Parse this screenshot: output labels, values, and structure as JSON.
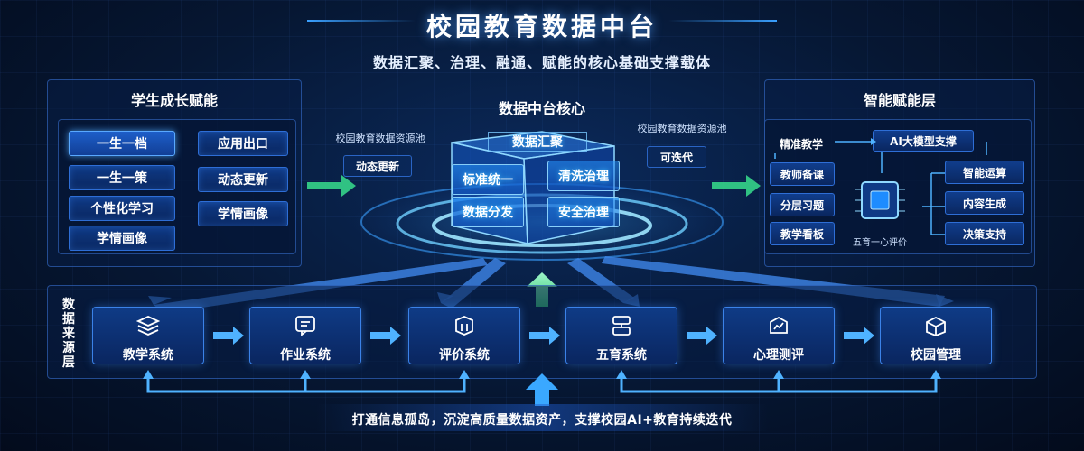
{
  "title": "校园教育数据中台",
  "subtitle": "数据汇聚、治理、融通、赋能的核心基础支撑载体",
  "left_panel": {
    "title": "学生成长赋能",
    "col1": [
      "一生一档",
      "一生一策",
      "个性化学习",
      "学情画像"
    ],
    "col2": [
      "应用出口",
      "动态更新",
      "学情画像"
    ]
  },
  "core": {
    "title": "数据中台核心",
    "top_face": "数据汇聚",
    "front_cells": [
      "标准统一",
      "数据分发"
    ],
    "side_cells": [
      "清洗治理",
      "安全治理"
    ],
    "left_pool_label": "校园教育数据资源池",
    "left_pool_tag": "动态更新",
    "right_pool_label": "校园教育数据资源池",
    "right_pool_tag": "可迭代"
  },
  "right_panel": {
    "title": "智能赋能层",
    "precise_teaching": "精准教学",
    "ai_support": "AI大模型支撑",
    "left_nodes": [
      "教师备课",
      "分层习题",
      "教学看板"
    ],
    "chip_caption": "五育一心评价",
    "right_nodes": [
      "智能运算",
      "内容生成",
      "决策支持"
    ]
  },
  "source_layer": {
    "label_chars": [
      "数",
      "据",
      "来",
      "源",
      "层"
    ],
    "systems": [
      {
        "label": "教学系统",
        "icon": "layers-icon"
      },
      {
        "label": "作业系统",
        "icon": "chat-doc-icon"
      },
      {
        "label": "评价系统",
        "icon": "cube-box-icon"
      },
      {
        "label": "五育系统",
        "icon": "server-icon"
      },
      {
        "label": "心理测评",
        "icon": "chart-shield-icon"
      },
      {
        "label": "校园管理",
        "icon": "box-icon"
      }
    ]
  },
  "footer": "打通信息孤岛，沉淀高质量数据资产，支撑校园AI+教育持续迭代",
  "colors": {
    "accent": "#3aa0ff",
    "arrow_green": "#35d48a",
    "arrow_blue": "#4fb2ff"
  }
}
